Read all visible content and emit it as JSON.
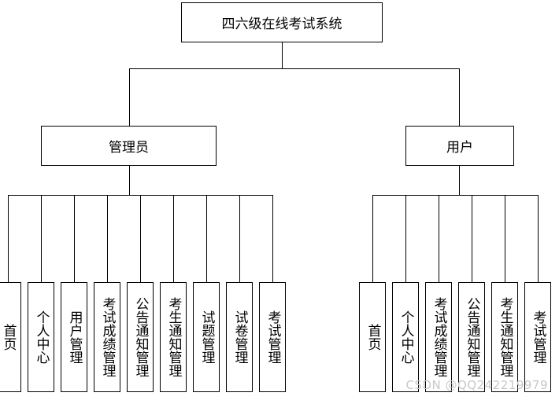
{
  "root": {
    "label": "四六级在线考试系统"
  },
  "groups": [
    {
      "label": "管理员",
      "children": [
        "首页",
        "个人中心",
        "用户管理",
        "考试成绩管理",
        "公告通知管理",
        "考生通知管理",
        "试题管理",
        "试卷管理",
        "考试管理"
      ]
    },
    {
      "label": "用户",
      "children": [
        "首页",
        "个人中心",
        "考试成绩管理",
        "公告通知管理",
        "考生通知管理",
        "考试管理"
      ]
    }
  ],
  "watermark": "CSDN @QQ242219979"
}
